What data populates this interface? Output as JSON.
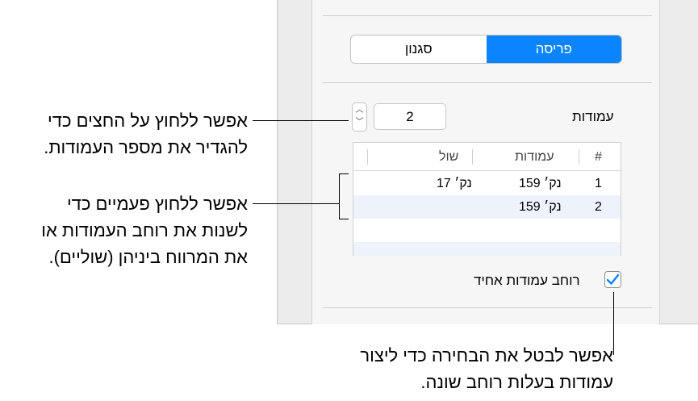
{
  "tabs": {
    "active": "פריסה",
    "inactive": "סגנון"
  },
  "columns_label": "עמודות",
  "columns_value": "2",
  "table": {
    "headers": {
      "index": "#",
      "columns": "עמודות",
      "gutter": "שול"
    },
    "rows": [
      {
        "index": "1",
        "column": "159 נק׳",
        "gutter": "17 נק׳"
      },
      {
        "index": "2",
        "column": "159 נק׳",
        "gutter": ""
      }
    ]
  },
  "checkbox": {
    "label": "רוחב עמודות אחיד",
    "checked": true
  },
  "callouts": {
    "stepper": [
      "אפשר ללחוץ על החצים כדי",
      "להגדיר את מספר העמודות."
    ],
    "table": [
      "אפשר ללחוץ פעמיים כדי",
      "לשנות את רוחב העמודות או",
      "את המרווח ביניהן (שוליים)."
    ],
    "checkbox": [
      "אפשר לבטל את הבחירה כדי ליצור",
      "עמודות בעלות רוחב שונה."
    ]
  },
  "colors": {
    "accent": "#0a84ff"
  }
}
